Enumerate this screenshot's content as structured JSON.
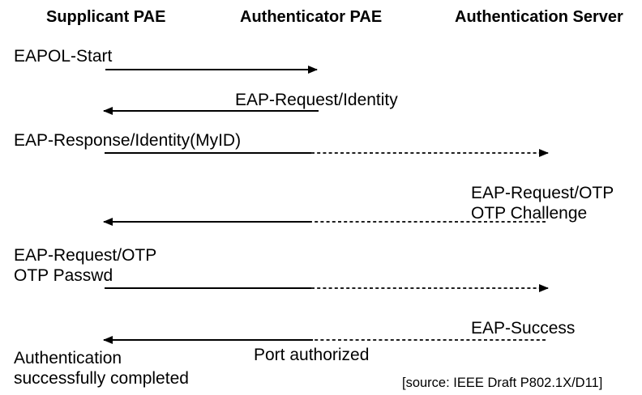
{
  "diagram": {
    "actors": [
      {
        "label": "Supplicant PAE"
      },
      {
        "label": "Authenticator PAE"
      },
      {
        "label": "Authentication Server"
      }
    ],
    "messages": [
      {
        "label": "EAPOL-Start",
        "from": "Supplicant PAE",
        "to": "Authenticator PAE",
        "direction": "right",
        "line_style": "solid"
      },
      {
        "label": "EAP-Request/Identity",
        "from": "Authenticator PAE",
        "to": "Supplicant PAE",
        "direction": "left",
        "line_style": "solid"
      },
      {
        "label": "EAP-Response/Identity(MyID)",
        "from": "Supplicant PAE",
        "to": "Authentication Server",
        "direction": "right",
        "line_style": "solid-then-dashed"
      },
      {
        "label": "EAP-Request/OTP",
        "label2": "OTP Challenge",
        "from": "Authentication Server",
        "to": "Supplicant PAE",
        "direction": "left",
        "line_style": "dashed-then-solid"
      },
      {
        "label": "EAP-Request/OTP",
        "label2": "OTP Passwd",
        "from": "Supplicant PAE",
        "to": "Authentication Server",
        "direction": "right",
        "line_style": "solid-then-dashed"
      },
      {
        "label": "EAP-Success",
        "from": "Authentication Server",
        "to": "Supplicant PAE",
        "direction": "left",
        "line_style": "dashed-then-solid"
      }
    ],
    "annotations": {
      "port_authorized": "Port authorized",
      "completion_line1": "Authentication",
      "completion_line2": "successfully completed",
      "source": "[source: IEEE Draft P802.1X/D11]"
    },
    "colors": {
      "ink": "#000000",
      "background": "#ffffff"
    }
  }
}
